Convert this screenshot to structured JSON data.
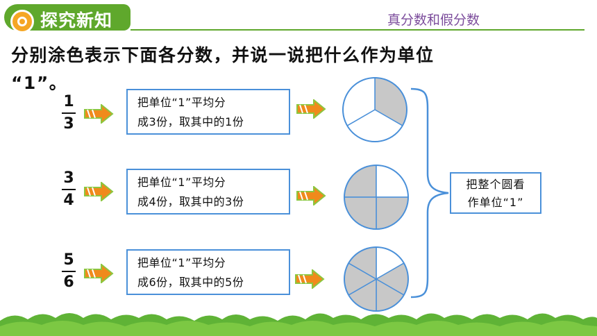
{
  "header": {
    "section_title": "探究新知",
    "topic": "真分数和假分数"
  },
  "question": {
    "line1": "分别涂色表示下面各分数，并说一说把什么作为单位",
    "line2": "“1”。"
  },
  "rows": [
    {
      "fraction": {
        "numerator": "1",
        "denominator": "3"
      },
      "description_line1": "把单位“1”平均分",
      "description_line2": "成3份，取其中的1份",
      "parts": 3,
      "shaded": 1
    },
    {
      "fraction": {
        "numerator": "3",
        "denominator": "4"
      },
      "description_line1": "把单位“1”平均分",
      "description_line2": "成4份，取其中的3份",
      "parts": 4,
      "shaded": 3
    },
    {
      "fraction": {
        "numerator": "5",
        "denominator": "6"
      },
      "description_line1": "把单位“1”平均分",
      "description_line2": "成6份，取其中的5份",
      "parts": 6,
      "shaded": 5
    }
  ],
  "summary": {
    "line1": "把整个圆看",
    "line2": "作单位“1”"
  },
  "colors": {
    "header_green": "#5fa82c",
    "topic_purple": "#7c4d9c",
    "box_border": "#4a90d9",
    "shade_gray": "#c8c8c8",
    "circle_line": "#4a90d9",
    "arrow_orange": "#f08a1c"
  },
  "icons": {
    "title_badge": "lightbulb-badge-icon",
    "arrow": "right-arrow-icon"
  }
}
